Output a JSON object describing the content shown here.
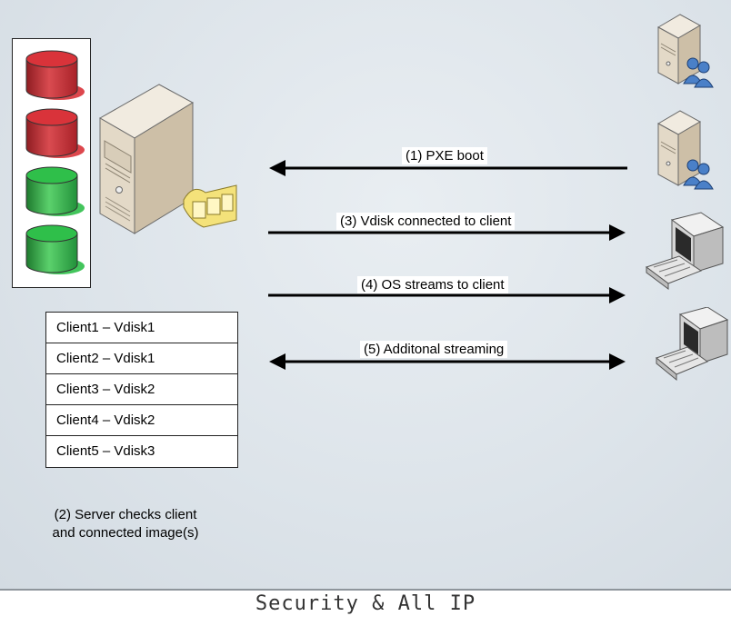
{
  "footer": {
    "title": "Security & All IP"
  },
  "storage_disks": [
    {
      "status": "inactive",
      "color": "#d9333a"
    },
    {
      "status": "inactive",
      "color": "#d9333a"
    },
    {
      "status": "active",
      "color": "#2fbf4a"
    },
    {
      "status": "active",
      "color": "#2fbf4a"
    }
  ],
  "mapping_table": {
    "rows": [
      "Client1 – Vdisk1",
      "Client2 – Vdisk1",
      "Client3 – Vdisk2",
      "Client4 – Vdisk2",
      "Client5 – Vdisk3"
    ]
  },
  "caption": {
    "line1": "(2) Server checks client",
    "line2": "and connected image(s)"
  },
  "steps": [
    {
      "label": "(1) PXE boot",
      "direction": "left"
    },
    {
      "label": "(3)  Vdisk connected to client",
      "direction": "right"
    },
    {
      "label": "(4)  OS streams to client",
      "direction": "right"
    },
    {
      "label": "(5) Additonal streaming",
      "direction": "both"
    }
  ],
  "colors": {
    "arrow": "#000000",
    "server_body": "#e6dccb",
    "disk_tag": "#f4e27a"
  }
}
